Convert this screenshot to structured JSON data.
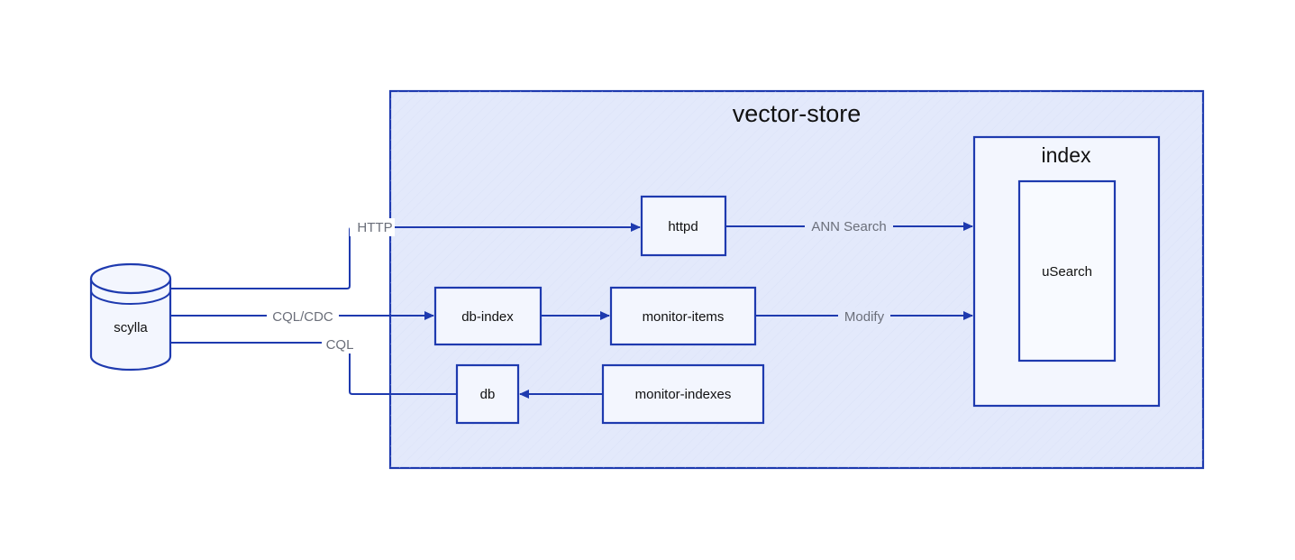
{
  "diagram": {
    "containers": {
      "vector_store": "vector-store",
      "index": "index"
    },
    "nodes": {
      "scylla": "scylla",
      "httpd": "httpd",
      "db_index": "db-index",
      "monitor_items": "monitor-items",
      "db": "db",
      "monitor_indexes": "monitor-indexes",
      "usearch": "uSearch"
    },
    "edges": {
      "http": "HTTP",
      "cql_cdc": "CQL/CDC",
      "cql": "CQL",
      "ann_search": "ANN Search",
      "modify": "Modify"
    },
    "colors": {
      "stroke": "#1e3aaf",
      "container_fill": "#e3e9fb",
      "node_fill": "#f3f6fe",
      "edge_label": "#6b6f7a"
    }
  }
}
